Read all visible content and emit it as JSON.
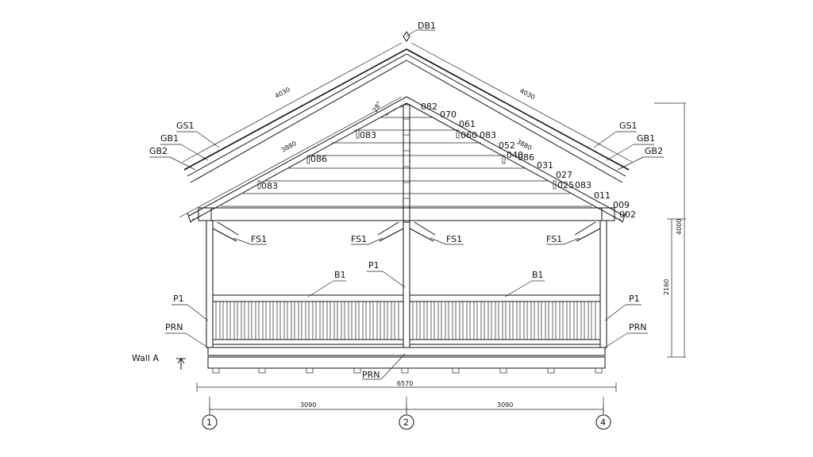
{
  "labels": {
    "ridge": "DB1",
    "gs1_left": "GS1",
    "gb1_left": "GB1",
    "gb2_left": "GB2",
    "gs1_right": "GS1",
    "gb1_right": "GB1",
    "gb2_right": "GB2",
    "fs1_a": "FS1",
    "fs1_b": "FS1",
    "fs1_c": "FS1",
    "fs1_d": "FS1",
    "p1_left": "P1",
    "p1_center": "P1",
    "p1_right": "P1",
    "b1_left": "B1",
    "b1_right": "B1",
    "prn_left": "PRN",
    "prn_center": "PRN",
    "prn_right": "PRN",
    "wall": "Wall A",
    "angle": "28°"
  },
  "board_codes": {
    "c082": "082",
    "c070": "070",
    "c061": "061",
    "c060": "060",
    "c083a": "083",
    "c052": "052",
    "c040": "040",
    "c086a": "086",
    "c031": "031",
    "c027": "027",
    "c025": "025",
    "c083b": "083",
    "c011": "011",
    "c009": "009",
    "c002": "002",
    "l083a": "083",
    "l086": "086",
    "l083b": "083"
  },
  "dimensions": {
    "roof_left": "4030",
    "roof_right": "4030",
    "rafter_left": "3880",
    "rafter_right": "3880",
    "overall_height": "4000",
    "wall_height": "2160",
    "overall_width": "6570",
    "bay_left": "3090",
    "bay_right": "3090"
  },
  "grid_axes": [
    "1",
    "2",
    "4"
  ]
}
